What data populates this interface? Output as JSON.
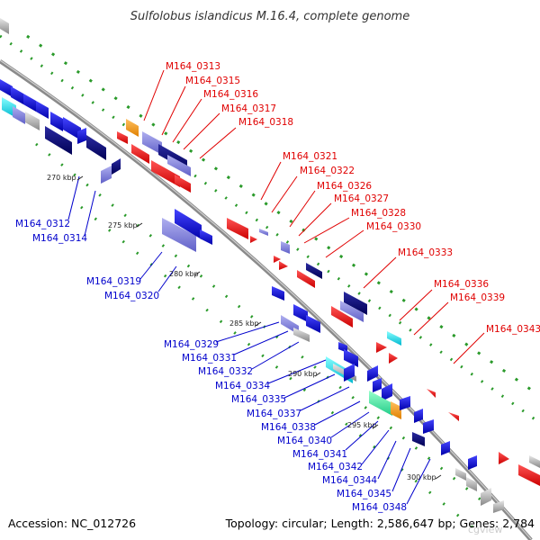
{
  "title": "Sulfolobus islandicus M.16.4, complete genome",
  "footer": {
    "accession": "Accession: NC_012726",
    "topology": "Topology: circular; Length: 2,586,647 bp; Genes: 2,784"
  },
  "watermark": "cgview",
  "ticks": [
    "270 kbp",
    "275 kbp",
    "280 kbp",
    "285 kbp",
    "290 kbp",
    "295 kbp",
    "300 kbp"
  ],
  "labels_forward": [
    "M164_0313",
    "M164_0315",
    "M164_0316",
    "M164_0317",
    "M164_0318",
    "M164_0321",
    "M164_0322",
    "M164_0326",
    "M164_0327",
    "M164_0328",
    "M164_0330",
    "M164_0333",
    "M164_0336",
    "M164_0339",
    "M164_0343"
  ],
  "labels_reverse": [
    "M164_0312",
    "M164_0314",
    "M164_0319",
    "M164_0320",
    "M164_0329",
    "M164_0331",
    "M164_0332",
    "M164_0334",
    "M164_0335",
    "M164_0337",
    "M164_0338",
    "M164_0340",
    "M164_0341",
    "M164_0342",
    "M164_0344",
    "M164_0345",
    "M164_0348"
  ],
  "colors": {
    "forward_label": "#e00000",
    "reverse_label": "#0000cc",
    "backbone": "#8a8a8a",
    "gc_dots": "#2a9a2a",
    "red_gene": "#ff0000",
    "blue_gene": "#0000ee",
    "navy_gene": "#000080",
    "lavender_gene": "#8080e0",
    "cyan_gene": "#00e0f0",
    "orange_gene": "#ff9900",
    "green_gene": "#33ee99",
    "gray_gene": "#aaaaaa"
  }
}
